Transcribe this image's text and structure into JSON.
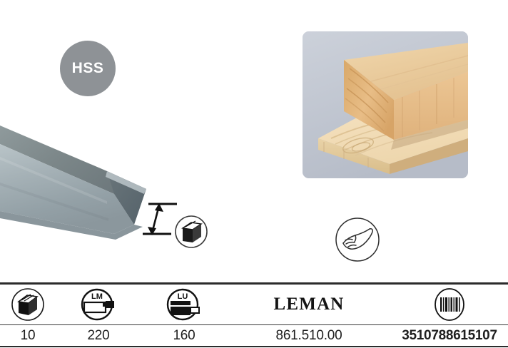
{
  "badge": {
    "material_label": "HSS",
    "color": "#8e9296"
  },
  "product_image": {
    "blade_name": "hss-planer-blade",
    "blade_color": "#9aa8ad",
    "blade_shadow_color": "#5d6a70",
    "dimension_icon_label": "thickness-dimension"
  },
  "application_photo": {
    "name": "softwood-lumber-photo",
    "background_color": "#c3c8d2",
    "wood_color": "#e8c79a"
  },
  "feed_icon": {
    "name": "manual-hand-feed"
  },
  "spec_table": {
    "columns": [
      {
        "icon": "wood-block-icon",
        "key": "thickness",
        "value": "10"
      },
      {
        "icon": "lm-machine-icon",
        "key": "length",
        "value": "220",
        "icon_label": "LM"
      },
      {
        "icon": "lu-machine-icon",
        "key": "width",
        "value": "160",
        "icon_label": "LU"
      },
      {
        "icon": "brand-wordmark",
        "key": "reference",
        "value": "861.510.00",
        "label": "LEMAN"
      },
      {
        "icon": "barcode-icon",
        "key": "ean",
        "value": "3510788615107"
      }
    ],
    "values": {
      "thickness": "10",
      "length": "220",
      "width": "160",
      "reference": "861.510.00",
      "ean": "3510788615107"
    },
    "labels": {
      "lm": "LM",
      "lu": "LU",
      "brand": "LEMAN"
    }
  }
}
